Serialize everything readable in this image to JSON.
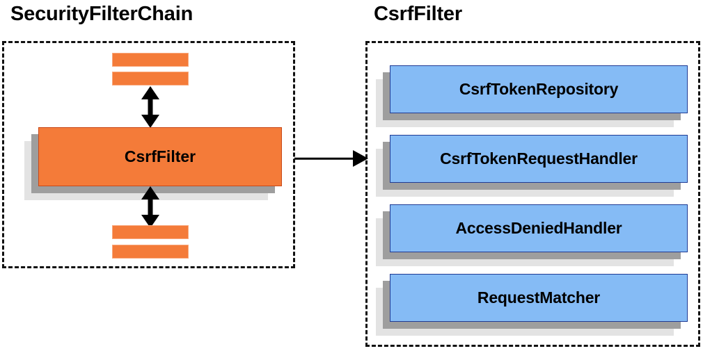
{
  "diagram": {
    "type": "component-relationship-diagram",
    "background_color": "#ffffff",
    "panels": [
      {
        "id": "security-filter-chain",
        "title": "SecurityFilterChain",
        "border_style": "dashed",
        "border_color": "#111111",
        "nodes": [
          {
            "kind": "stub",
            "label": ""
          },
          {
            "kind": "stub",
            "label": ""
          },
          {
            "kind": "class",
            "label": "CsrfFilter",
            "fill": "#f47b39"
          },
          {
            "kind": "stub",
            "label": ""
          },
          {
            "kind": "stub",
            "label": ""
          }
        ]
      },
      {
        "id": "csrf-filter",
        "title": "CsrfFilter",
        "border_style": "dashed",
        "border_color": "#111111",
        "nodes": [
          {
            "kind": "class",
            "label": "CsrfTokenRepository",
            "fill": "#85bbf5"
          },
          {
            "kind": "class",
            "label": "CsrfTokenRequestHandler",
            "fill": "#85bbf5"
          },
          {
            "kind": "class",
            "label": "AccessDeniedHandler",
            "fill": "#85bbf5"
          },
          {
            "kind": "class",
            "label": "RequestMatcher",
            "fill": "#85bbf5"
          }
        ]
      }
    ],
    "connectors": [
      {
        "id": "chain-above",
        "style": "double-headed-vertical",
        "color": "#000000"
      },
      {
        "id": "chain-below",
        "style": "double-headed-vertical",
        "color": "#000000"
      },
      {
        "id": "expand",
        "style": "single-headed-horizontal",
        "color": "#000000"
      }
    ],
    "colors": {
      "orange_fill": "#f47b39",
      "orange_stroke": "#c8491a",
      "blue_fill": "#85bbf5",
      "blue_stroke": "#1f3a93",
      "shadow_dark": "#9e9e9e",
      "shadow_light": "#e3e3e3",
      "text": "#000000"
    }
  }
}
